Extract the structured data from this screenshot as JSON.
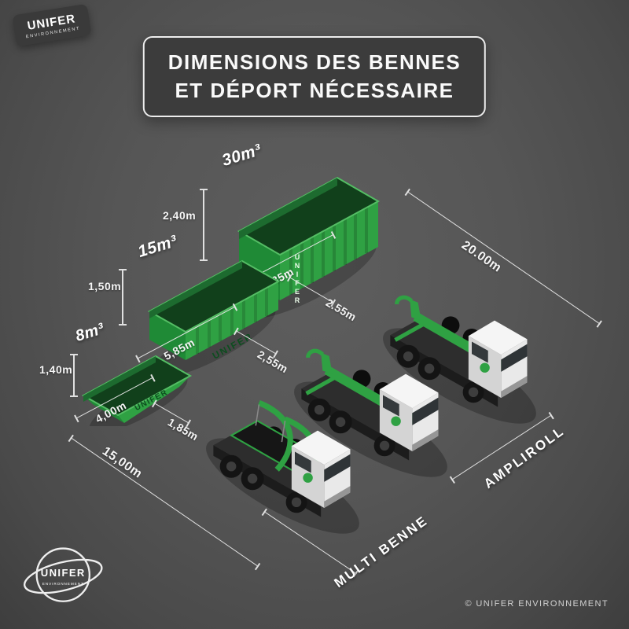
{
  "colors": {
    "background": "#575757",
    "green": "#2fa143",
    "panel": "#3c3c3c"
  },
  "badge": {
    "brand": "UNIFER",
    "sub": "ENVIRONNEMENT"
  },
  "title": {
    "line1": "DIMENSIONS DES BENNES",
    "line2": "ET DÉPORT NÉCESSAIRE"
  },
  "containers": [
    {
      "volume": "30m³",
      "height": "2,40m",
      "length": "6.35m",
      "width": "2.55m",
      "brand": "UNIFER"
    },
    {
      "volume": "15m³",
      "height": "1,50m",
      "length": "5,85m",
      "width": "2,55m",
      "brand": "UNIFER"
    },
    {
      "volume": "8m³",
      "height": "1,40m",
      "length": "4,00m",
      "width": "1,85m",
      "brand": "UNIFER"
    }
  ],
  "clearances": {
    "right": "20.00m",
    "left": "15,00m"
  },
  "truck_labels": {
    "multi_benne": "MULTI BENNE",
    "ampliroll": "AMPLIROLL"
  },
  "footer": {
    "logo_brand": "UNIFER",
    "logo_sub": "ENVIRONNEMENT",
    "copyright": "© UNIFER ENVIRONNEMENT"
  }
}
